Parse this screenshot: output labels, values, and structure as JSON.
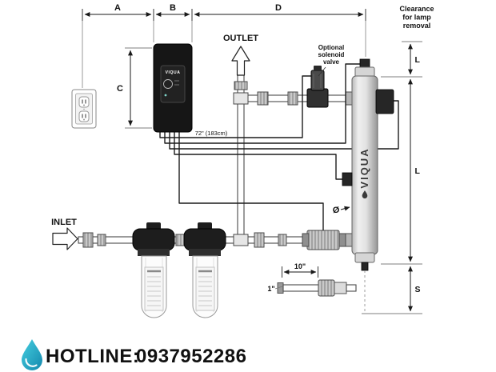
{
  "dims": {
    "a": "A",
    "b": "B",
    "d": "D",
    "c": "C",
    "l_upper": "L",
    "l_main": "L",
    "s": "S",
    "diameter": "Ø"
  },
  "clearance_note": {
    "line1": "Clearance",
    "line2": "for lamp",
    "line3": "removal"
  },
  "flow": {
    "outlet": "OUTLET",
    "inlet": "INLET"
  },
  "solenoid_note": {
    "line1": "Optional",
    "line2": "solenoid",
    "line3": "valve"
  },
  "cable": {
    "length_label": "72\" (183cm)"
  },
  "chamber": {
    "brand": "VIQUA"
  },
  "controller": {
    "brand": "VIQUA"
  },
  "drain_detail": {
    "length_label": "10\"",
    "pipe_label": "1\""
  },
  "footer": {
    "hotline_label": "HOTLINE:",
    "hotline_number": "0937952286",
    "label_color": "#e8262b",
    "number_color": "#f2581f",
    "logo_teal": "#2fb9d4",
    "logo_teal_dark": "#1488ad"
  }
}
